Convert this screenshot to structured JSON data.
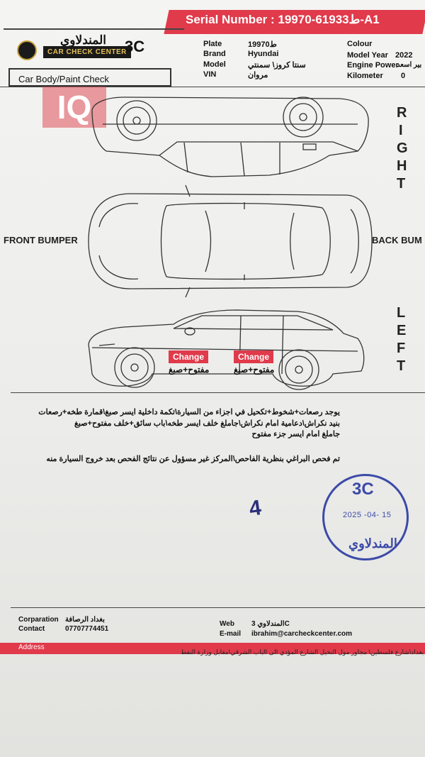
{
  "header": {
    "serial_label": "Serial Number :",
    "serial_value": "ط61933-19970-A1",
    "logo_arabic": "المندلاوي",
    "logo_english": "CAR CHECK CENTER",
    "logo_badge": "3C"
  },
  "vehicle": {
    "plate_label": "Plate",
    "plate_value": "ط19970",
    "brand_label": "Brand",
    "brand_value": "Hyundai",
    "model_label": "Model",
    "model_value": "سنتا كروز\\ سمنتي",
    "vin_label": "VIN",
    "vin_value": "مروان",
    "colour_label": "Colour",
    "model_year_label": "Model Year",
    "model_year_value": "2022",
    "engine_power_label": "Engine Power",
    "engine_power_value": "بير اسعد",
    "kilometer_label": "Kilometer",
    "kilometer_value": "0"
  },
  "section": {
    "title": "Car Body/Paint Check"
  },
  "watermark": {
    "text": "IQ"
  },
  "diagram": {
    "right_letters": [
      "R",
      "I",
      "G",
      "H",
      "T"
    ],
    "left_letters": [
      "L",
      "E",
      "F",
      "T"
    ],
    "front_label": "FRONT BUMPER",
    "back_label": "BACK BUM",
    "marks": [
      {
        "badge": "Change",
        "note": "مفتوح+صبغ"
      },
      {
        "badge": "Change",
        "note": "مفتوح+صبغ"
      }
    ]
  },
  "notes": {
    "line1": "يوجد رصعات+شخوط+تكحيل في اجزاء من السيارة\\تكمة داخلية ايسر صبغ\\قمارة طخه+رصعات",
    "line2": "بنيد نكراش\\دعامية امام نكراش\\جاملغ خلف ايسر طخه\\باب سائق+خلف مفتوح+صبغ",
    "line3": "جاملغ امام ايسر جزء مفتوح",
    "disclaimer": "تم فحص البراغي بنظرية الفاحص\\المركز غير مسؤول عن نتائج الفحص بعد خروج السيارة منه"
  },
  "handwritten": {
    "number": "4"
  },
  "stamp": {
    "logo": "3C",
    "date": "2025 -04- 15",
    "name": "المندلاوي"
  },
  "footer": {
    "corporation_label": "Corparation",
    "corporation_value": "بغداد الرصافة",
    "contact_label": "Contact",
    "contact_value": "07707774451",
    "web_label": "Web",
    "web_value": "المندلاوي 3C",
    "email_label": "E-mail",
    "email_value": "ibrahim@carcheckcenter.com",
    "address_label": "Address",
    "address_value": "بغداد\\شارع فلسطين\\ مجاور مول النخيل الشارع المؤدي الى الباب الشرقي\\مقابل وزارة النفط"
  },
  "colors": {
    "accent": "#e03a4b",
    "stamp": "#3b4aa8",
    "ink": "#2b2f7a"
  }
}
